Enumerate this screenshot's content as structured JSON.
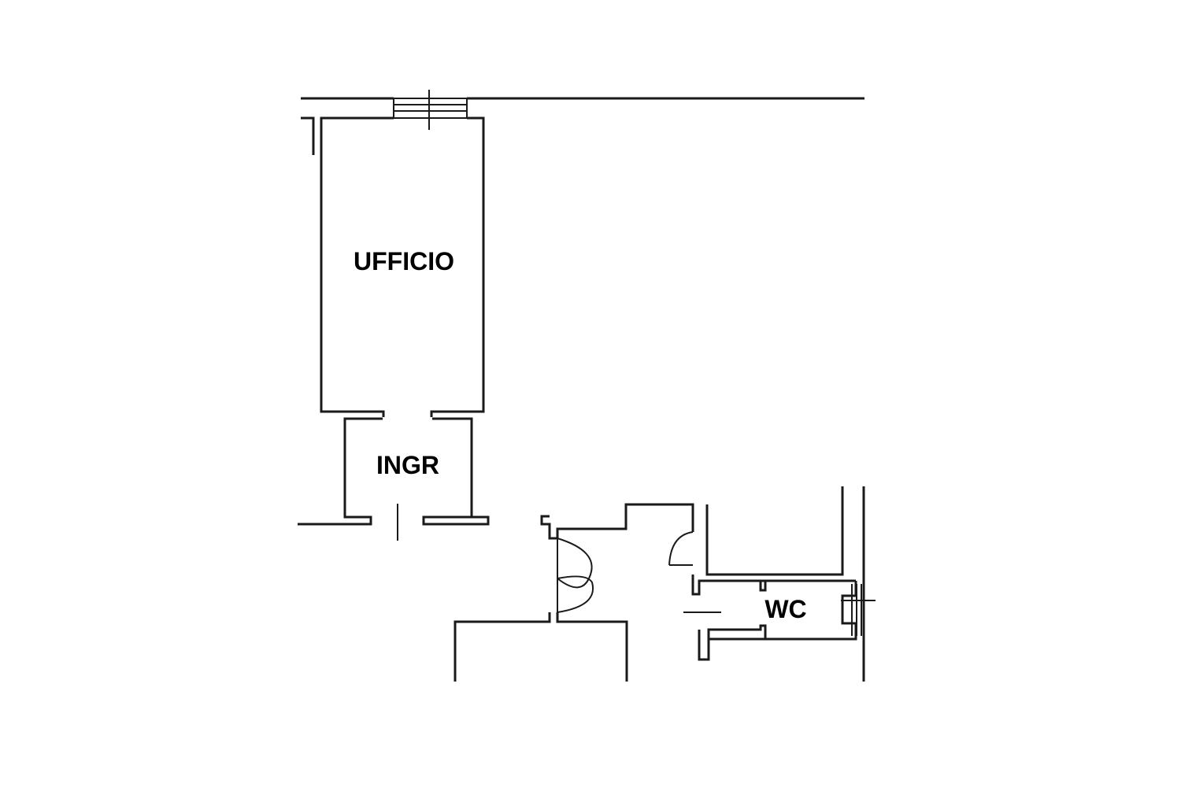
{
  "rooms": {
    "office": {
      "label": "UFFICIO"
    },
    "entrance": {
      "label": "INGR"
    },
    "wc": {
      "label": "WC"
    }
  },
  "colors": {
    "wall": "#1a1a1a",
    "label": "#000000",
    "background": "#ffffff"
  }
}
